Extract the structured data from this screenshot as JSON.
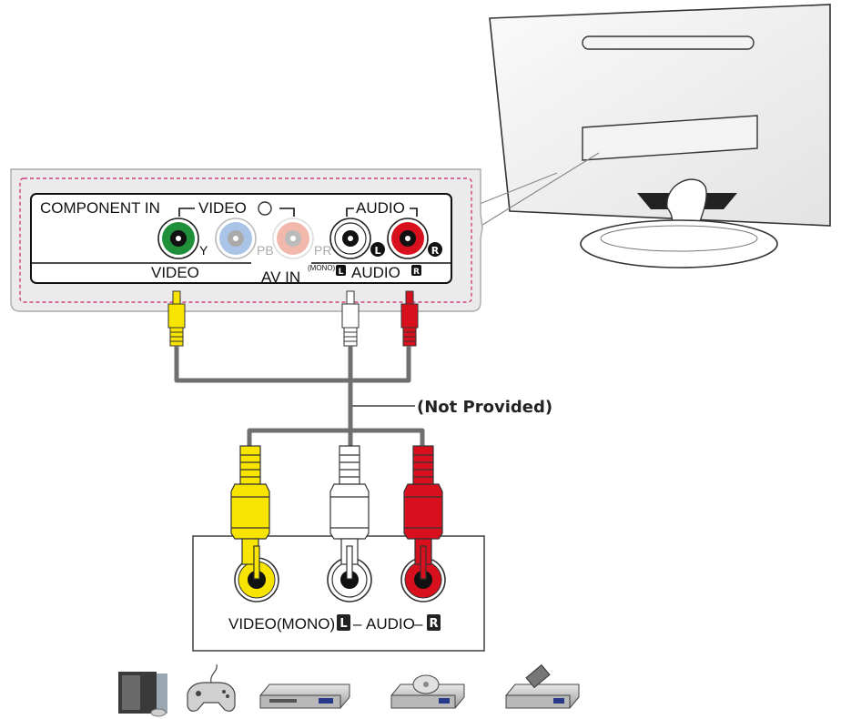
{
  "panel": {
    "component_in": "COMPONENT IN",
    "video_group": "VIDEO",
    "audio_group": "AUDIO",
    "jack_y": "Y",
    "jack_pb": "PB",
    "jack_pr": "PR",
    "badge_l": "L",
    "badge_r": "R",
    "bottom_video": "VIDEO",
    "av_in": "AV IN",
    "mono": "(MONO)",
    "bottom_audio": "AUDIO"
  },
  "cable": {
    "note": "(Not Provided)"
  },
  "source": {
    "video_mono": "VIDEO(MONO)",
    "badge_l": "L",
    "dash1": "–",
    "audio": "AUDIO",
    "dash2": "–",
    "badge_r": "R"
  },
  "colors": {
    "video_yellow": "#f7e400",
    "audio_white": "#ffffff",
    "audio_red": "#d8101e",
    "component_green": "#1f8f3a",
    "component_blue": "#a9c4e6",
    "component_pink": "#f2b8ab",
    "callout_dash": "#d04080",
    "cable_gray": "#6f6f6f"
  },
  "devices": [
    "computer-icon",
    "game-console-icon",
    "dvd-recorder-icon",
    "dvd-player-icon",
    "vcr-icon"
  ]
}
